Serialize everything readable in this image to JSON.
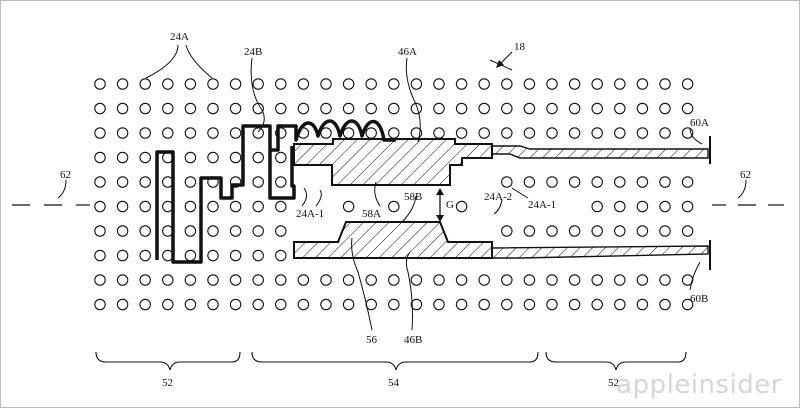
{
  "figure": {
    "labels": {
      "ref_18": "18",
      "ref_24A": "24A",
      "ref_24B": "24B",
      "ref_46A": "46A",
      "ref_46B": "46B",
      "ref_60A": "60A",
      "ref_60B": "60B",
      "ref_62_left": "62",
      "ref_62_right": "62",
      "ref_24A1_left": "24A-1",
      "ref_24A1_right": "24A-1",
      "ref_24A2": "24A-2",
      "ref_58A": "58A",
      "ref_58B": "58B",
      "ref_G": "G",
      "ref_56": "56",
      "ref_52_left": "52",
      "ref_52_right": "52",
      "ref_54": "54"
    },
    "watermark": "appleinsider",
    "colors": {
      "ink": "#111111",
      "frame": "#bdbdbd",
      "watermark": "#d6d6d6"
    }
  }
}
